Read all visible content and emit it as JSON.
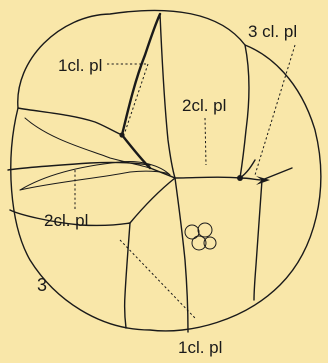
{
  "figure": {
    "number": "3",
    "labels": {
      "top_left": "1cl. pl",
      "right_middle": "2cl. pl",
      "top_right": "3 cl. pl",
      "left_middle": "2cl. pl",
      "bottom": "1cl. pl"
    }
  }
}
